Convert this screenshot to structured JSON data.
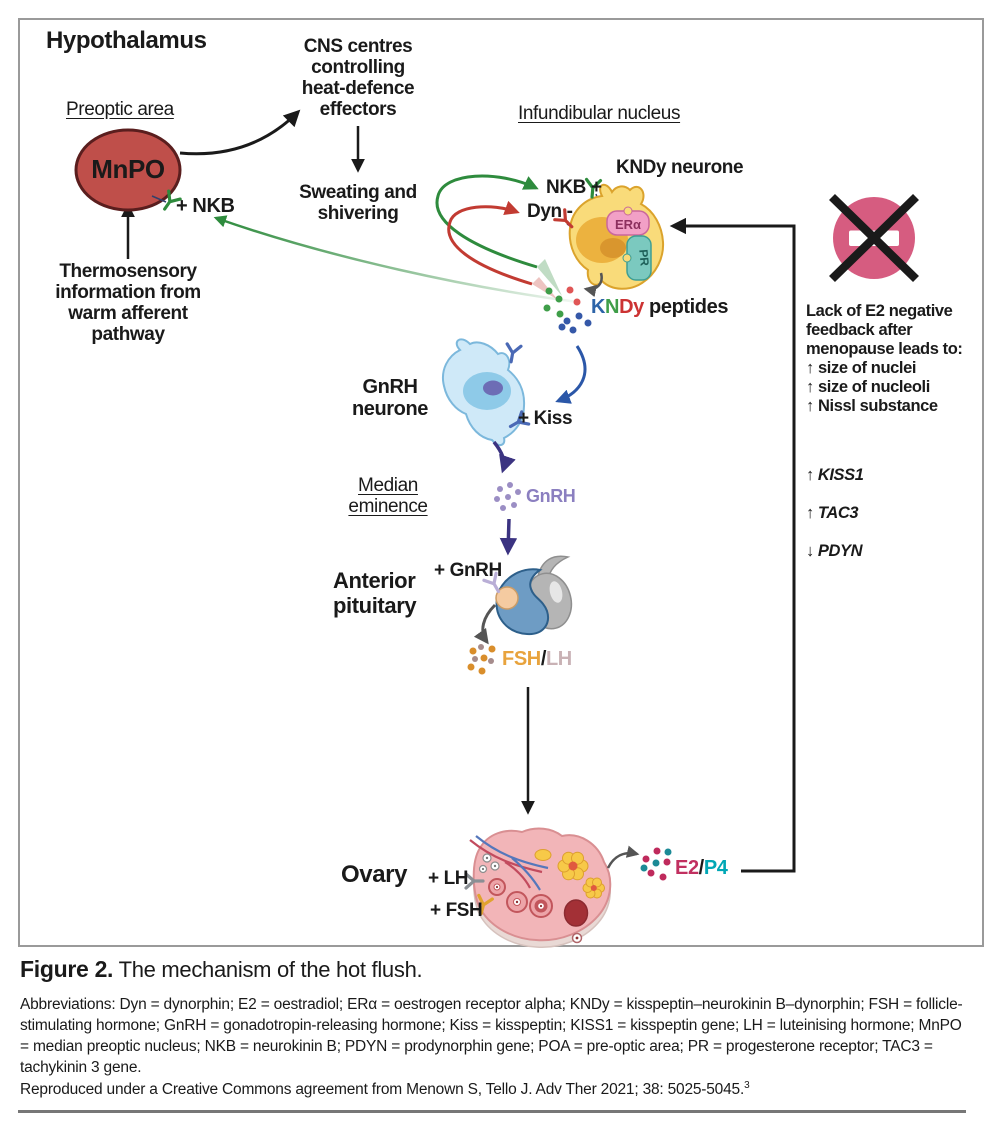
{
  "figure": {
    "labels": {
      "hypothalamus": "Hypothalamus",
      "preoptic_area": "Preoptic area",
      "mnpo": "MnPO",
      "nkb_mnpo": "+ NKB",
      "cns_centres": "CNS centres\ncontrolling\nheat-defence\neffectors",
      "sweating": "Sweating and\nshivering",
      "thermosensory": "Thermosensory\ninformation from\nwarm afferent\npathway",
      "infundibular": "Infundibular nucleus",
      "kndy_neurone": "KNDy neurone",
      "nkb_plus": "NKB +",
      "dyn_minus": "Dyn -",
      "era": "ERα",
      "pr": "PR",
      "kndy_k": "K",
      "kndy_n": "N",
      "kndy_dy": "Dy",
      "kndy_rest": " peptides",
      "gnrh_neurone": "GnRH\nneurone",
      "kiss": "+ Kiss",
      "median_eminence": "Median\neminence",
      "gnrh": "GnRH",
      "anterior_pituitary": "Anterior\npituitary",
      "gnrh_plus": "+ GnRH",
      "fsh": "FSH",
      "fsh_lh_slash": "/",
      "lh": "LH",
      "ovary": "Ovary",
      "lh_plus": "+ LH",
      "fsh_plus": "+ FSH",
      "e2": "E2",
      "e2_p4_slash": "/",
      "p4": "P4"
    },
    "feedback_note": {
      "intro": "Lack of E2 negative\nfeedback after\nmenopause leads to:\n↑ size of nuclei\n↑ size of nucleoli\n↑ Nissl substance",
      "genes": [
        {
          "arrow": "↑",
          "name": "KISS1"
        },
        {
          "arrow": "↑",
          "name": "TAC3"
        },
        {
          "arrow": "↓",
          "name": "PDYN"
        }
      ]
    }
  },
  "caption": {
    "figure_label": "Figure 2.",
    "figure_title": " The mechanism of the hot flush.",
    "abbreviations": "Abbreviations: Dyn = dynorphin; E2 = oestradiol; ERα = oestrogen receptor alpha; KNDy = kisspeptin–neurokinin B–dynorphin; FSH = follicle-stimulating hormone; GnRH = gonadotropin-releasing hormone; Kiss = kisspeptin; KISS1 = kisspeptin gene; LH = luteinising hormone; MnPO = median preoptic nucleus; NKB = neurokinin B; PDYN = prodynorphin gene; POA = pre-optic area; PR = progesterone receptor; TAC3 = tachykinin 3 gene.",
    "reproduced": "Reproduced under a Creative Commons agreement from Menown S, Tello J. Adv Ther 2021; 38: 5025-5045.",
    "reproduced_sup": "3"
  },
  "colors": {
    "mnpo_fill": "#bf4f4a",
    "green": "#2e8b3d",
    "red": "#c23b32",
    "kndy_k_blue": "#2d64a8",
    "kndy_n_green": "#3f9e49",
    "kndy_dy_red": "#cc3333",
    "gnrh_purple": "#8b7fc0",
    "arrow_purple": "#3b3381",
    "fsh_orange": "#e8a33d",
    "lh_pink": "#c9b2b5",
    "e2_crimson": "#c13060",
    "p4_teal": "#00a7b5",
    "prohibition_pink": "#d65c80"
  }
}
